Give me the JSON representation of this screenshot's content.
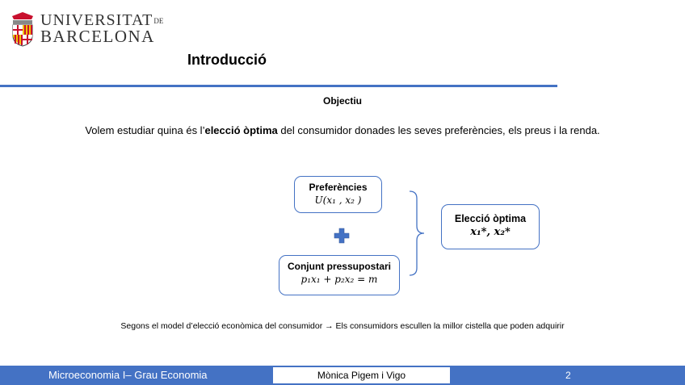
{
  "logo": {
    "line1": "UNIVERSITAT",
    "line1_suffix": "DE",
    "line2": "BARCELONA",
    "icon": "university-shield-icon"
  },
  "slide": {
    "title": "Introducció",
    "objective_heading": "Objectiu",
    "statement_before": "Volem estudiar quina és l’",
    "statement_bold": "elecció òptima",
    "statement_after": " del consumidor donades les seves preferències, els preus i la renda."
  },
  "diagram": {
    "preferences": {
      "title": "Preferències",
      "formula": "U(x₁ , x₂ )"
    },
    "budget": {
      "title": "Conjunt pressupostari",
      "formula": "p₁x₁ + p₂x₂ = m"
    },
    "optimal": {
      "title": "Elecció òptima",
      "formula": "x₁*, x₂*"
    },
    "plus_icon": "plus-icon"
  },
  "conclusion": {
    "before": "Segons el model d’elecció econòmica del consumidor ",
    "after": " Els consumidors escullen la millor cistella que poden adquirir"
  },
  "footer": {
    "left": "Microeconomia I– Grau Economia",
    "author": "Mònica Pigem i Vigo",
    "page": "2"
  },
  "colors": {
    "accent": "#4472c4",
    "shield_red": "#c8102e",
    "shield_gold": "#f2c200"
  }
}
